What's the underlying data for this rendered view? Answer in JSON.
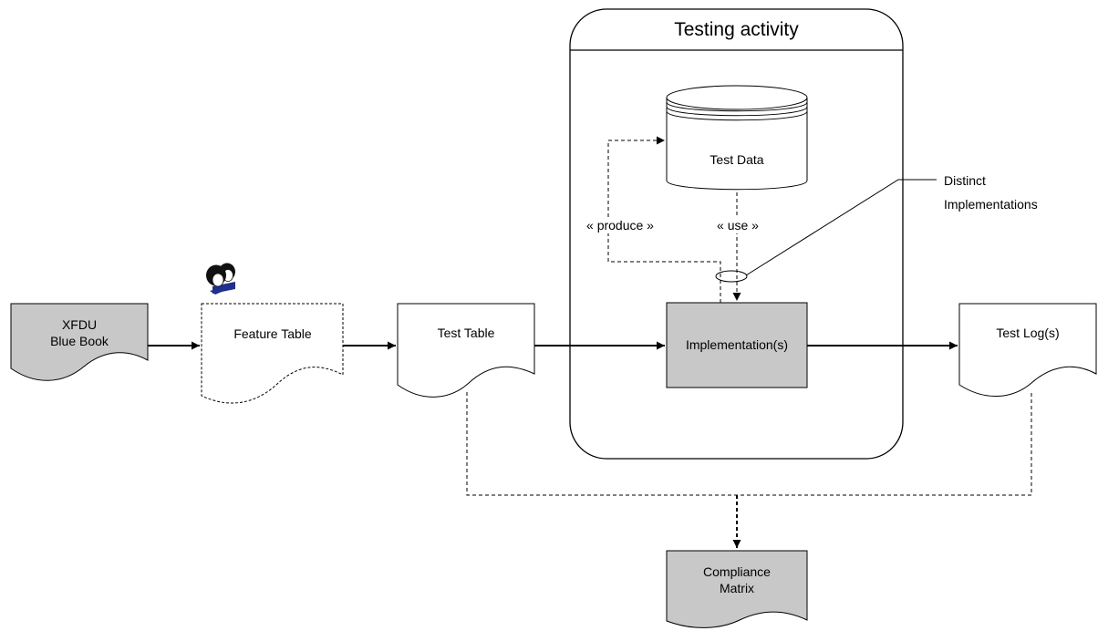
{
  "activity": {
    "title": "Testing activity"
  },
  "nodes": {
    "blue_book": {
      "lines": [
        "XFDU",
        "Blue Book"
      ]
    },
    "feature_table": {
      "label": "Feature Table"
    },
    "test_table": {
      "label": "Test Table"
    },
    "test_data": {
      "label": "Test Data"
    },
    "implementations": {
      "label": "Implementation(s)"
    },
    "test_logs": {
      "label": "Test Log(s)"
    },
    "compliance_matrix": {
      "lines": [
        "Compliance",
        "Matrix"
      ]
    }
  },
  "edges": {
    "produce": "« produce »",
    "use": "« use »"
  },
  "callout": {
    "lines": [
      "Distinct",
      "Implementations"
    ]
  },
  "icons": {
    "people": "people-icon"
  },
  "colors": {
    "doc_fill_gray": "#c8c8c8",
    "doc_fill_white": "#ffffff",
    "stroke": "#000000",
    "face": "#ffffff",
    "hair": "#111111",
    "shirt": "#1e2f8c"
  }
}
